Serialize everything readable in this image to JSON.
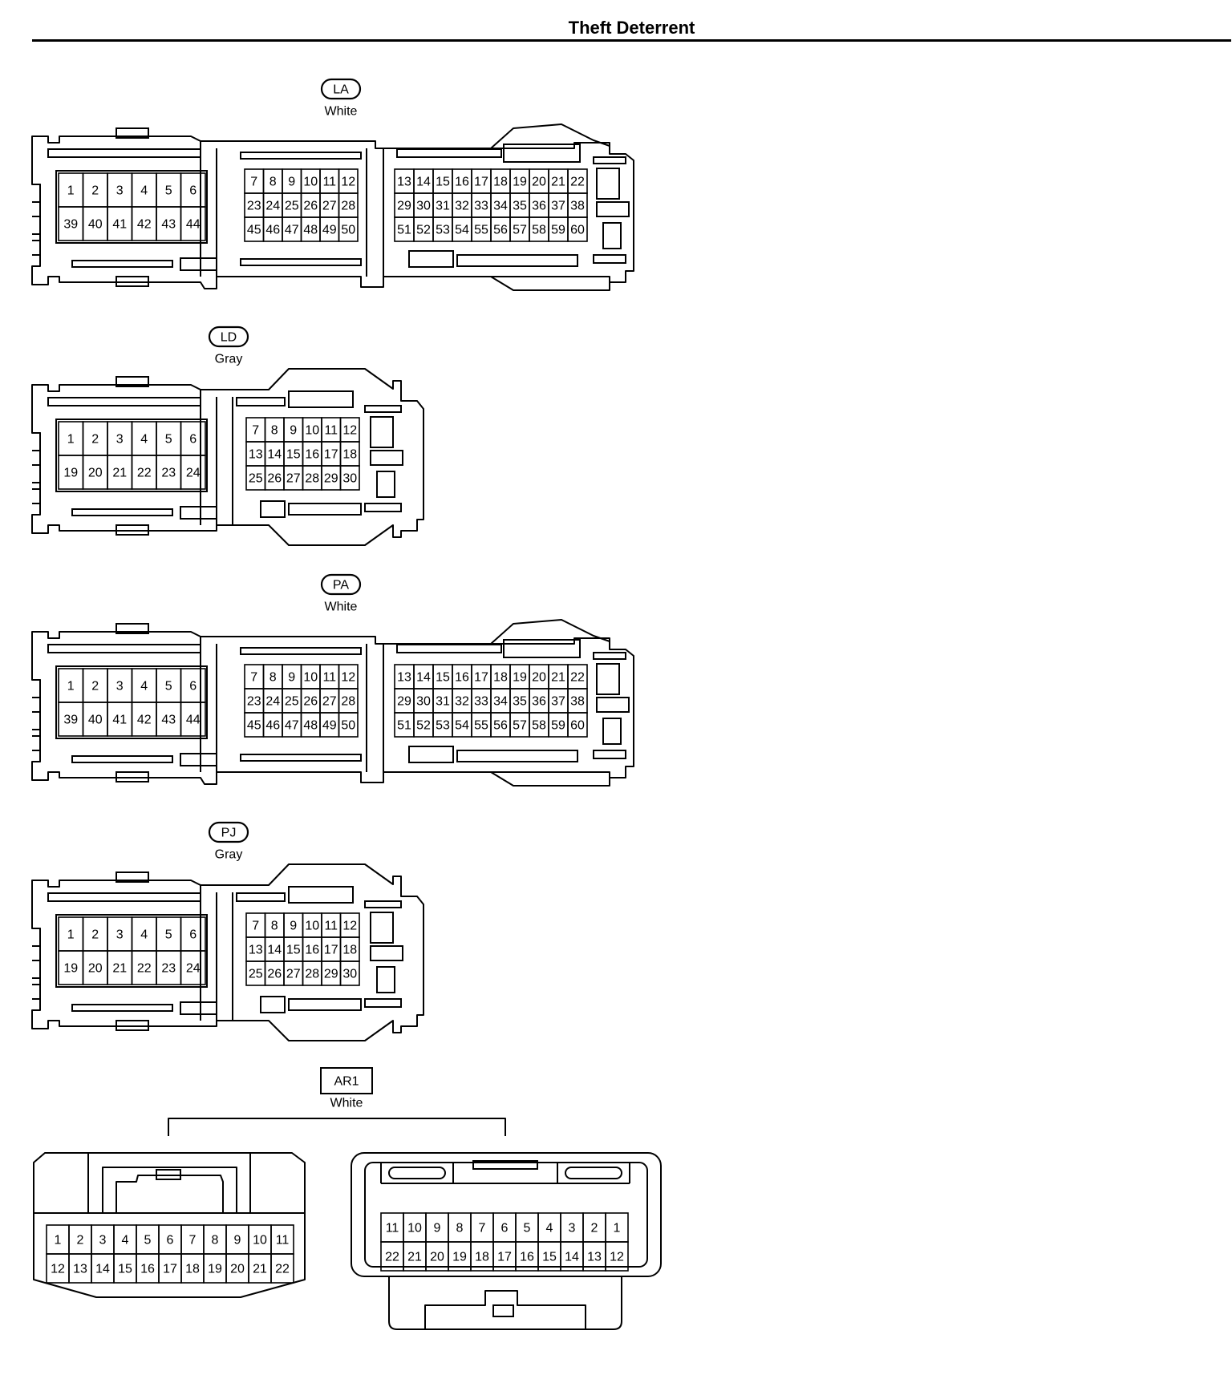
{
  "page": {
    "title": "Theft Deterrent"
  },
  "connectors": [
    {
      "id": "LA",
      "color": "White",
      "type": "large",
      "blocks": [
        {
          "rows": [
            [
              "1",
              "2",
              "3",
              "4",
              "5",
              "6"
            ],
            [
              "39",
              "40",
              "41",
              "42",
              "43",
              "44"
            ]
          ]
        },
        {
          "rows": [
            [
              "7",
              "8",
              "9",
              "10",
              "11",
              "12"
            ],
            [
              "23",
              "24",
              "25",
              "26",
              "27",
              "28"
            ],
            [
              "45",
              "46",
              "47",
              "48",
              "49",
              "50"
            ]
          ]
        },
        {
          "rows": [
            [
              "13",
              "14",
              "15",
              "16",
              "17",
              "18",
              "19",
              "20",
              "21",
              "22"
            ],
            [
              "29",
              "30",
              "31",
              "32",
              "33",
              "34",
              "35",
              "36",
              "37",
              "38"
            ],
            [
              "51",
              "52",
              "53",
              "54",
              "55",
              "56",
              "57",
              "58",
              "59",
              "60"
            ]
          ]
        }
      ]
    },
    {
      "id": "LD",
      "color": "Gray",
      "type": "small",
      "blocks": [
        {
          "rows": [
            [
              "1",
              "2",
              "3",
              "4",
              "5",
              "6"
            ],
            [
              "19",
              "20",
              "21",
              "22",
              "23",
              "24"
            ]
          ]
        },
        {
          "rows": [
            [
              "7",
              "8",
              "9",
              "10",
              "11",
              "12"
            ],
            [
              "13",
              "14",
              "15",
              "16",
              "17",
              "18"
            ],
            [
              "25",
              "26",
              "27",
              "28",
              "29",
              "30"
            ]
          ]
        }
      ]
    },
    {
      "id": "PA",
      "color": "White",
      "type": "large",
      "blocks": [
        {
          "rows": [
            [
              "1",
              "2",
              "3",
              "4",
              "5",
              "6"
            ],
            [
              "39",
              "40",
              "41",
              "42",
              "43",
              "44"
            ]
          ]
        },
        {
          "rows": [
            [
              "7",
              "8",
              "9",
              "10",
              "11",
              "12"
            ],
            [
              "23",
              "24",
              "25",
              "26",
              "27",
              "28"
            ],
            [
              "45",
              "46",
              "47",
              "48",
              "49",
              "50"
            ]
          ]
        },
        {
          "rows": [
            [
              "13",
              "14",
              "15",
              "16",
              "17",
              "18",
              "19",
              "20",
              "21",
              "22"
            ],
            [
              "29",
              "30",
              "31",
              "32",
              "33",
              "34",
              "35",
              "36",
              "37",
              "38"
            ],
            [
              "51",
              "52",
              "53",
              "54",
              "55",
              "56",
              "57",
              "58",
              "59",
              "60"
            ]
          ]
        }
      ]
    },
    {
      "id": "PJ",
      "color": "Gray",
      "type": "small",
      "blocks": [
        {
          "rows": [
            [
              "1",
              "2",
              "3",
              "4",
              "5",
              "6"
            ],
            [
              "19",
              "20",
              "21",
              "22",
              "23",
              "24"
            ]
          ]
        },
        {
          "rows": [
            [
              "7",
              "8",
              "9",
              "10",
              "11",
              "12"
            ],
            [
              "13",
              "14",
              "15",
              "16",
              "17",
              "18"
            ],
            [
              "25",
              "26",
              "27",
              "28",
              "29",
              "30"
            ]
          ]
        }
      ]
    }
  ],
  "ar1": {
    "id": "AR1",
    "color": "White",
    "left": {
      "rows": [
        [
          "1",
          "2",
          "3",
          "4",
          "5",
          "6",
          "7",
          "8",
          "9",
          "10",
          "11"
        ],
        [
          "12",
          "13",
          "14",
          "15",
          "16",
          "17",
          "18",
          "19",
          "20",
          "21",
          "22"
        ]
      ]
    },
    "right": {
      "rows": [
        [
          "11",
          "10",
          "9",
          "8",
          "7",
          "6",
          "5",
          "4",
          "3",
          "2",
          "1"
        ],
        [
          "22",
          "21",
          "20",
          "19",
          "18",
          "17",
          "16",
          "15",
          "14",
          "13",
          "12"
        ]
      ]
    }
  }
}
